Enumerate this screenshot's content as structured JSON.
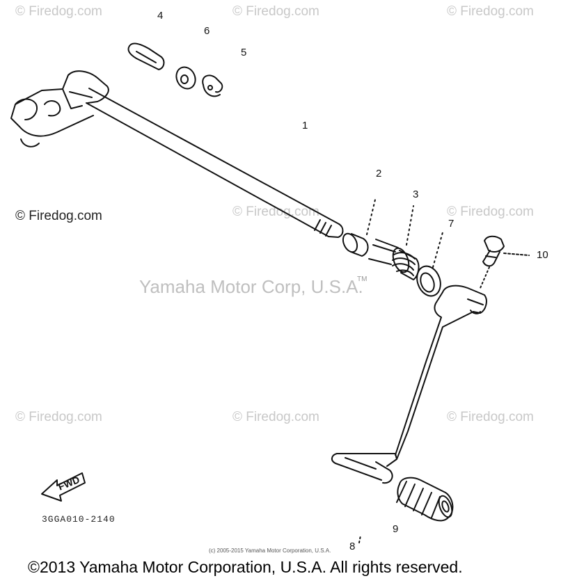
{
  "watermarks": {
    "small": "© Firedog.com",
    "main": "© Firedog.com",
    "center": "Yamaha Motor Corp, U.S.A.",
    "tm": "TM"
  },
  "callouts": {
    "p1": "1",
    "p2": "2",
    "p3": "3",
    "p4": "4",
    "p5": "5",
    "p6": "6",
    "p7": "7",
    "p8": "8",
    "p9": "9",
    "p10": "10"
  },
  "fwd_label": "FWD",
  "part_code": "3GGA010-2140",
  "small_copyright": "(c) 2005-2015 Yamaha Motor Corporation, U.S.A.",
  "footer_copyright": "©2013 Yamaha Motor Corporation, U.S.A. All rights reserved."
}
